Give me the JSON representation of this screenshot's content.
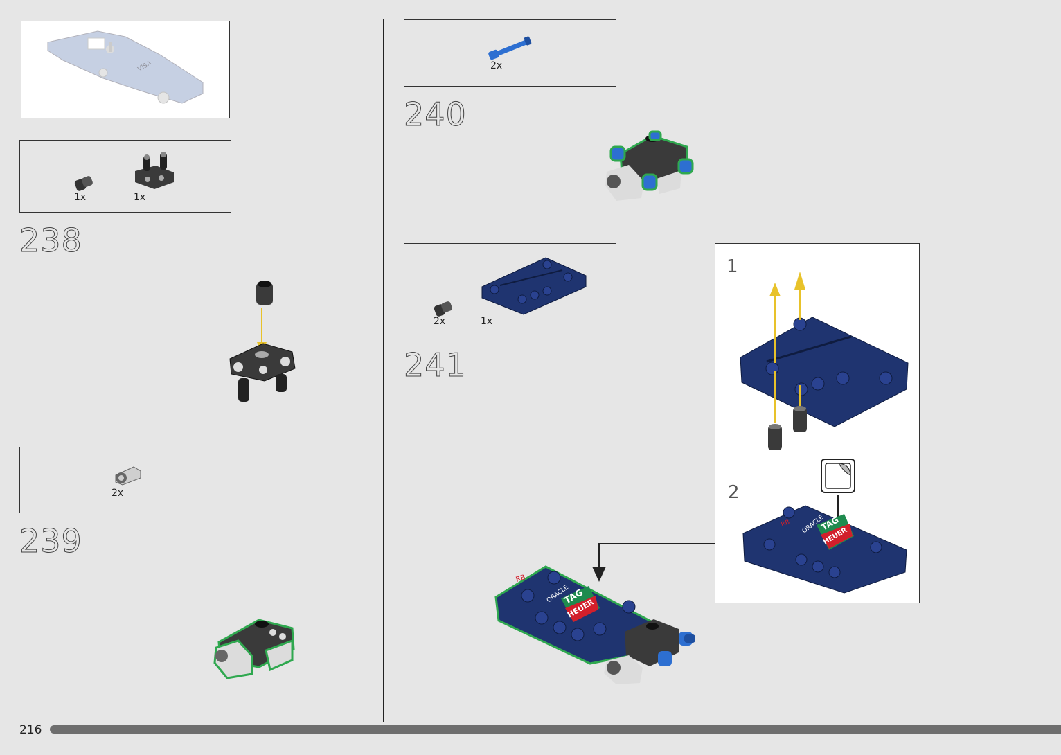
{
  "page": {
    "number": "216"
  },
  "steps": [
    {
      "number": "238",
      "parts": [
        {
          "count": "1x",
          "name": "black-pin"
        },
        {
          "count": "1x",
          "name": "black-connector"
        }
      ]
    },
    {
      "number": "239",
      "parts": [
        {
          "count": "2x",
          "name": "grey-axle-connector"
        }
      ]
    },
    {
      "number": "240",
      "parts": [
        {
          "count": "2x",
          "name": "blue-pin"
        }
      ]
    },
    {
      "number": "241",
      "parts": [
        {
          "count": "2x",
          "name": "black-pin"
        },
        {
          "count": "1x",
          "name": "dark-blue-panel"
        }
      ]
    }
  ],
  "substeps": [
    "1",
    "2"
  ],
  "decals": {
    "oracle": "ORACLE",
    "tag": "TAG",
    "heuer": "HEUER",
    "visa": "VISA"
  },
  "colors": {
    "background": "#e6e6e6",
    "panel_blue": "#1f3470",
    "arrow_yellow": "#e8c22a",
    "new_part_outline": "#2fa84f",
    "pin_blue": "#2d6fd1",
    "tag_green": "#1e8b4e",
    "heuer_red": "#d21f2b"
  }
}
